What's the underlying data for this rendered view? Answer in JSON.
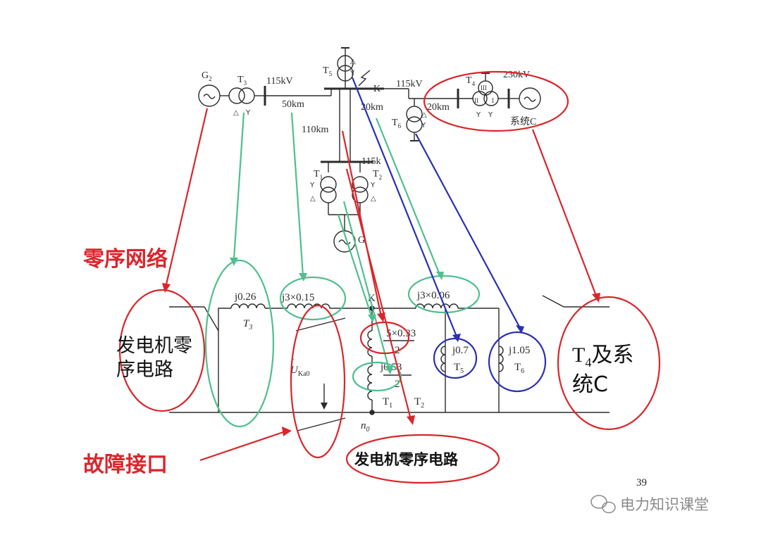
{
  "colors": {
    "red": "#d9262b",
    "green": "#4fbf8f",
    "blue": "#2b2fb3",
    "ink": "#2b2b2b"
  },
  "single_line": {
    "g2": "G",
    "g2_sub": "2",
    "t3": "T",
    "t3_sub": "3",
    "bus_left_kv": "115kV",
    "line_50": "50km",
    "t5": "T",
    "t5_sub": "5",
    "fault_k": "K",
    "line_20a": "20km",
    "bus_right_kv": "115kV",
    "t4": "T",
    "t4_sub": "4",
    "kv230": "230kV",
    "line_20b": "20km",
    "t6": "T",
    "t6_sub": "6",
    "system_c": "系统C",
    "line_110": "110km",
    "bus_mid_kv": "115k",
    "t1": "T",
    "t1_sub": "1",
    "t2": "T",
    "t2_sub": "2",
    "g1": "G",
    "winding_iii": "III",
    "winding_ii": "II",
    "winding_i": "I"
  },
  "zero_seq": {
    "x_t3": "j0.26",
    "lbl_t3": "T",
    "lbl_t3_sub": "3",
    "x_line50": "j3×0.15",
    "x_line20": "j3×0.06",
    "node_k": "K",
    "x_line110": "5×0.33",
    "x_line110_den": "2",
    "x_t12": "j0.53",
    "x_t12_den": "2",
    "lbl_t1": "T",
    "lbl_t1_sub": "1",
    "lbl_t2": "T",
    "lbl_t2_sub": "2",
    "x_t5": "j0.7",
    "lbl_t5": "T",
    "lbl_t5_sub": "5",
    "x_t6": "j1.05",
    "lbl_t6": "T",
    "lbl_t6_sub": "6",
    "ukao": "U",
    "ukao_sub": "Ka0",
    "n0": "n",
    "n0_sub": "0"
  },
  "annotations": {
    "zero_network": "零序网络",
    "gen_zero_left_line1": "发电机零",
    "gen_zero_left_line2": "序电路",
    "t4_system_line1_pre": "T",
    "t4_system_line1_sub": "4",
    "t4_system_line1_post": "及系",
    "t4_system_line2": "统C",
    "fault_interface": "故障接口",
    "gen_zero_bottom": "发电机零序电路"
  },
  "page_number": "39",
  "watermark": "电力知识课堂"
}
